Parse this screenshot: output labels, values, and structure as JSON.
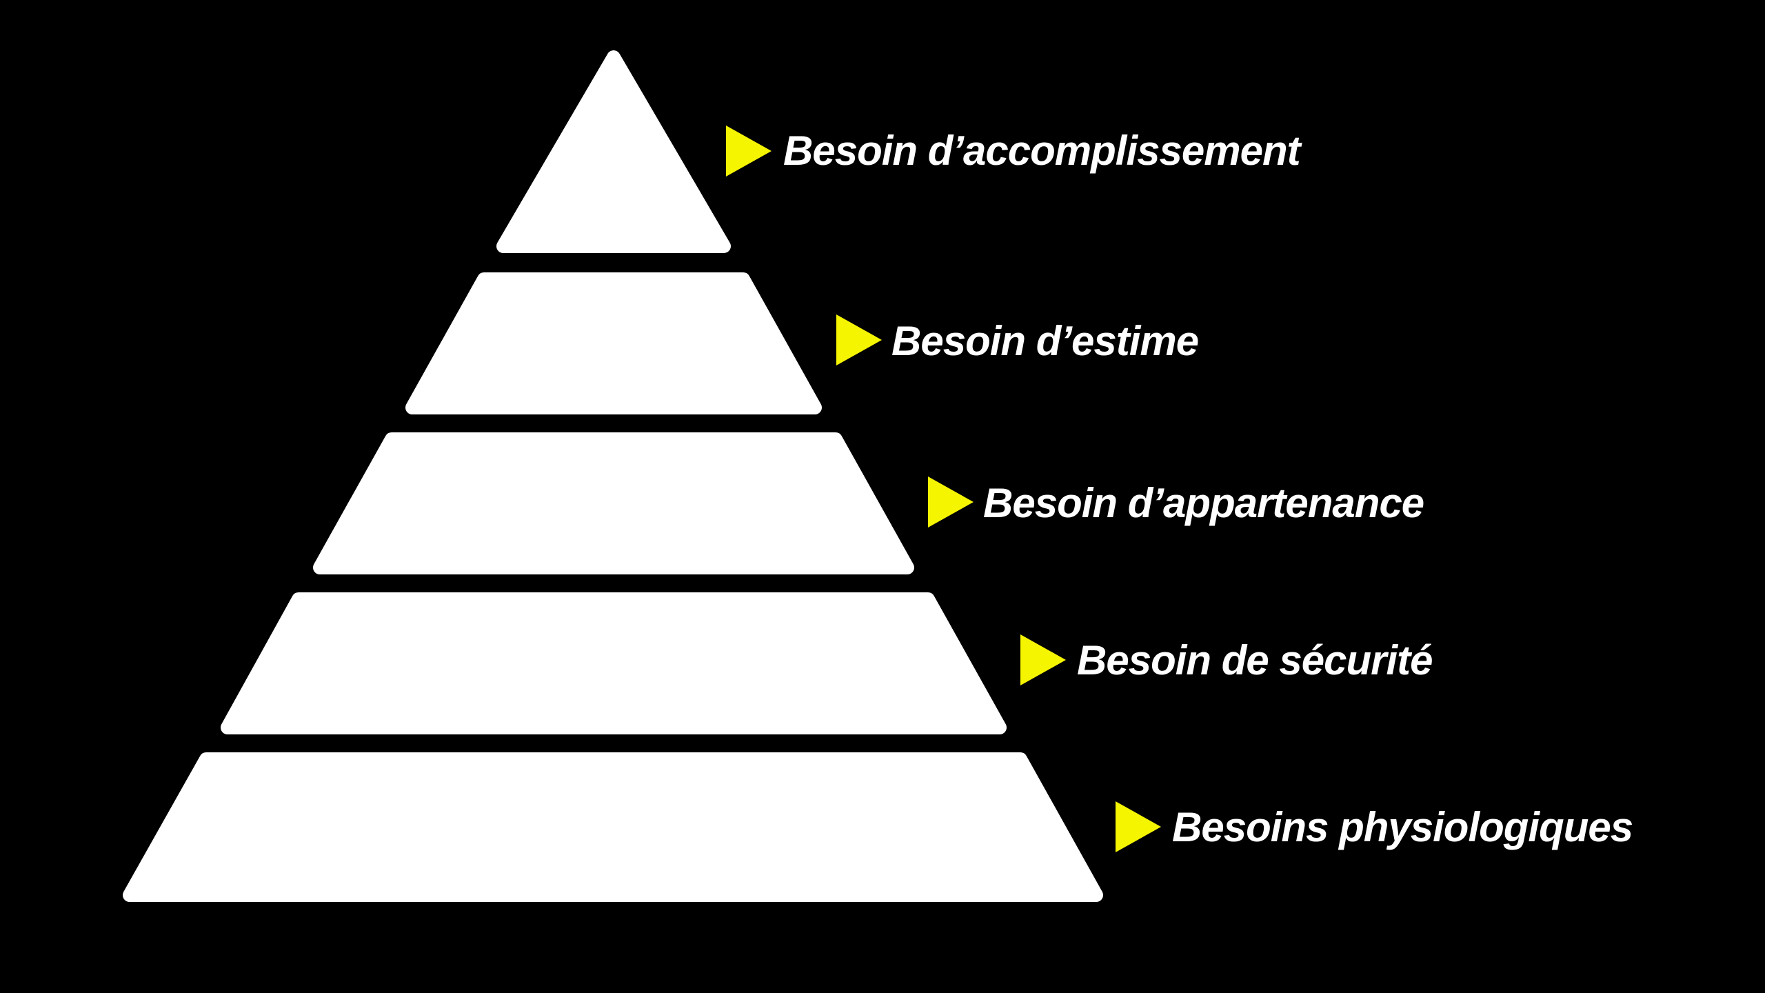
{
  "colors": {
    "background": "#000000",
    "tier": "#ffffff",
    "arrow": "#f5f500"
  },
  "levels": [
    {
      "label": "Besoin d’accomplissement",
      "icon": "play-arrow-icon"
    },
    {
      "label": "Besoin d’estime",
      "icon": "play-arrow-icon"
    },
    {
      "label": "Besoin d’appartenance",
      "icon": "play-arrow-icon"
    },
    {
      "label": "Besoin de sécurité",
      "icon": "play-arrow-icon"
    },
    {
      "label": "Besoins physiologiques",
      "icon": "play-arrow-icon"
    }
  ]
}
